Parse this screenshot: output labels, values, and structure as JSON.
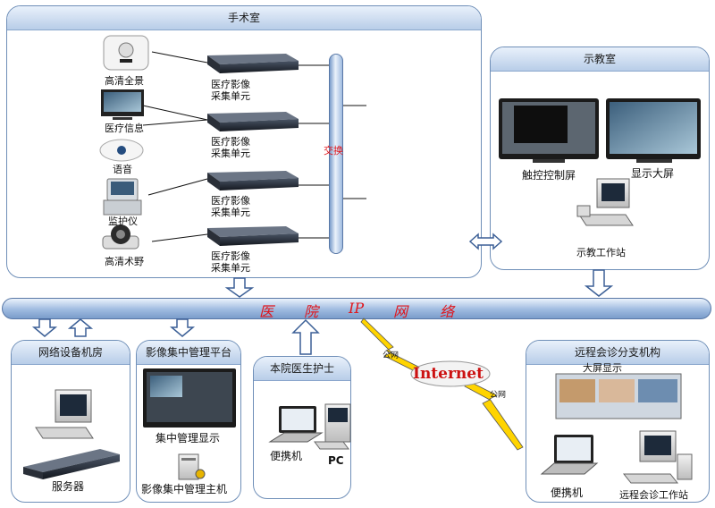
{
  "panels": {
    "or": {
      "title": "手术室"
    },
    "teach": {
      "title": "示教室"
    },
    "netroom": {
      "title": "网络设备机房"
    },
    "platform": {
      "title": "影像集中管理平台"
    },
    "staff": {
      "title": "本院医生护士"
    },
    "remote": {
      "title": "远程会诊分支机构"
    }
  },
  "or_devices": {
    "hd_panorama": "高清全景",
    "medical_info": "医疗信息",
    "voice": "语音",
    "monitor": "监护仪",
    "hd_field": "高清术野",
    "collector_label_1": "医疗影像",
    "collector_label_2": "采集单元",
    "switch_label": "交换"
  },
  "teach_devices": {
    "touch_screen": "触控控制屏",
    "big_screen": "显示大屏",
    "workstation": "示教工作站"
  },
  "backbone": {
    "chars": [
      "医",
      "院",
      "IP",
      "网",
      "络"
    ]
  },
  "internet": {
    "label": "Internet",
    "public_net_1": "公网",
    "public_net_2": "公网"
  },
  "netroom_devices": {
    "server": "服务器"
  },
  "platform_devices": {
    "display": "集中管理显示",
    "host": "影像集中管理主机"
  },
  "staff_devices": {
    "laptop": "便携机",
    "pc": "PC"
  },
  "remote_devices": {
    "big_screen_label": "大屏显示",
    "laptop": "便携机",
    "workstation": "远程会诊工作站"
  }
}
